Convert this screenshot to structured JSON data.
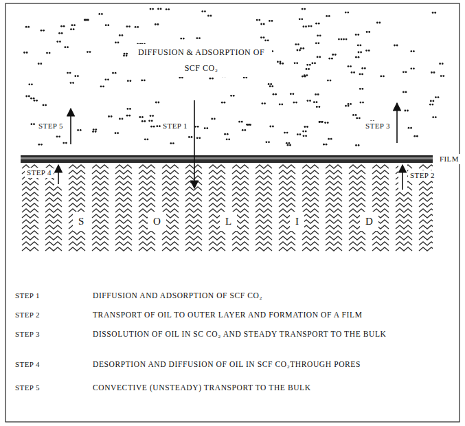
{
  "diagram": {
    "labels": [
      "DIFFUSION & ADSORPTION OF SCF CO₂",
      "STEP 5",
      "STEP 1",
      "STEP 3",
      "FILM",
      "STEP 4",
      "STEP 2",
      "S",
      "O",
      "L",
      "I",
      "D",
      "STEP 1",
      "DIFFUSION AND ADSORPTION OF SCF CO₂",
      "STEP 2",
      "TRANSPORT OF OIL TO OUTER LAYER AND FORMATION OF A FILM",
      "STEP 3",
      "DISSOLUTION OF OIL IN SC CO₂ AND STEADY TRANSPORT TO THE BULK",
      "STEP 4",
      "DESORPTION AND DIFFUSION OF OIL IN SCF CO₂THROUGH PORES",
      "STEP 5",
      "CONVECTIVE (UNSTEADY) TRANSPORT TO THE BULK"
    ]
  }
}
